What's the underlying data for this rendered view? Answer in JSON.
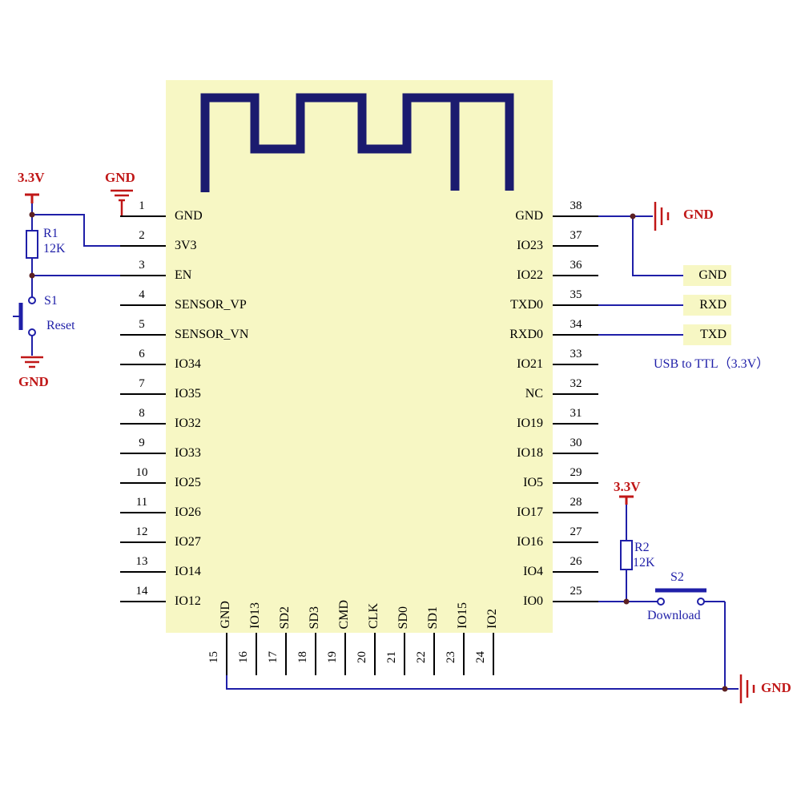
{
  "chip": {
    "left_pins": [
      {
        "num": "1",
        "name": "GND"
      },
      {
        "num": "2",
        "name": "3V3"
      },
      {
        "num": "3",
        "name": "EN"
      },
      {
        "num": "4",
        "name": "SENSOR_VP"
      },
      {
        "num": "5",
        "name": "SENSOR_VN"
      },
      {
        "num": "6",
        "name": "IO34"
      },
      {
        "num": "7",
        "name": "IO35"
      },
      {
        "num": "8",
        "name": "IO32"
      },
      {
        "num": "9",
        "name": "IO33"
      },
      {
        "num": "10",
        "name": "IO25"
      },
      {
        "num": "11",
        "name": "IO26"
      },
      {
        "num": "12",
        "name": "IO27"
      },
      {
        "num": "13",
        "name": "IO14"
      },
      {
        "num": "14",
        "name": "IO12"
      }
    ],
    "right_pins": [
      {
        "num": "38",
        "name": "GND"
      },
      {
        "num": "37",
        "name": "IO23"
      },
      {
        "num": "36",
        "name": "IO22"
      },
      {
        "num": "35",
        "name": "TXD0"
      },
      {
        "num": "34",
        "name": "RXD0"
      },
      {
        "num": "33",
        "name": "IO21"
      },
      {
        "num": "32",
        "name": "NC"
      },
      {
        "num": "31",
        "name": "IO19"
      },
      {
        "num": "30",
        "name": "IO18"
      },
      {
        "num": "29",
        "name": "IO5"
      },
      {
        "num": "28",
        "name": "IO17"
      },
      {
        "num": "27",
        "name": "IO16"
      },
      {
        "num": "26",
        "name": "IO4"
      },
      {
        "num": "25",
        "name": "IO0"
      }
    ],
    "bottom_pins": [
      {
        "num": "15",
        "name": "GND"
      },
      {
        "num": "16",
        "name": "IO13"
      },
      {
        "num": "17",
        "name": "SD2"
      },
      {
        "num": "18",
        "name": "SD3"
      },
      {
        "num": "19",
        "name": "CMD"
      },
      {
        "num": "20",
        "name": "CLK"
      },
      {
        "num": "21",
        "name": "SD0"
      },
      {
        "num": "22",
        "name": "SD1"
      },
      {
        "num": "23",
        "name": "IO15"
      },
      {
        "num": "24",
        "name": "IO2"
      }
    ]
  },
  "left_circuit": {
    "power_label": "3.3V",
    "gnd_top_label": "GND",
    "r1_ref": "R1",
    "r1_value": "12K",
    "s1_ref": "S1",
    "s1_label": "Reset",
    "gnd_bottom_label": "GND"
  },
  "right_circuit": {
    "gnd_top_label": "GND",
    "usb_box_gnd": "GND",
    "usb_box_rxd": "RXD",
    "usb_box_txd": "TXD",
    "usb_caption": "USB to TTL（3.3V）",
    "power_label": "3.3V",
    "r2_ref": "R2",
    "r2_value": "12K",
    "s2_ref": "S2",
    "s2_label": "Download",
    "gnd_bottom_label": "GND"
  },
  "colors": {
    "chip_fill": "#f7f7c4",
    "antenna": "#1b1b6f",
    "wire_blue": "#1f1fa8",
    "pin_line_black": "#000000",
    "net_label_red": "#c01717",
    "component_label_blue": "#1f1fa8"
  }
}
